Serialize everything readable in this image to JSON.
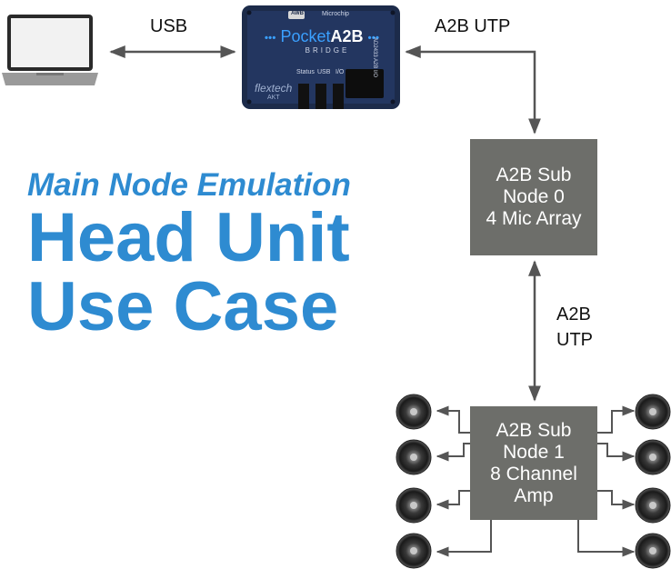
{
  "labels": {
    "usb": "USB",
    "a2b_utp_top": "A2B UTP",
    "a2b_utp_mid_line1": "A2B",
    "a2b_utp_mid_line2": "UTP"
  },
  "headline": {
    "subtitle": "Main Node Emulation",
    "title_line1": "Head Unit",
    "title_line2": "Use Case"
  },
  "node0": {
    "line1": "A2B Sub",
    "line2": "Node 0",
    "line3": "4 Mic Array"
  },
  "node1": {
    "line1": "A2B Sub",
    "line2": "Node 1",
    "line3": "8 Channel",
    "line4": "Amp"
  },
  "device": {
    "brand_prefix": "Pocket",
    "brand_suffix": "A2B",
    "brand_sub": "BRIDGE",
    "badge": "AWB",
    "maker": "flextech",
    "maker_sub": "AKT",
    "port_status": "Status",
    "port_usb": "USB",
    "port_io": "I/O",
    "side_text": "AD2433 A2B I/O",
    "vendor": "Microchip"
  },
  "colors": {
    "accent_blue": "#2e8bd1",
    "node_gray": "#6d6e6a",
    "device_body": "#1c2b4a",
    "line": "#555555"
  },
  "icons": [
    "laptop-icon",
    "speaker-icon"
  ]
}
